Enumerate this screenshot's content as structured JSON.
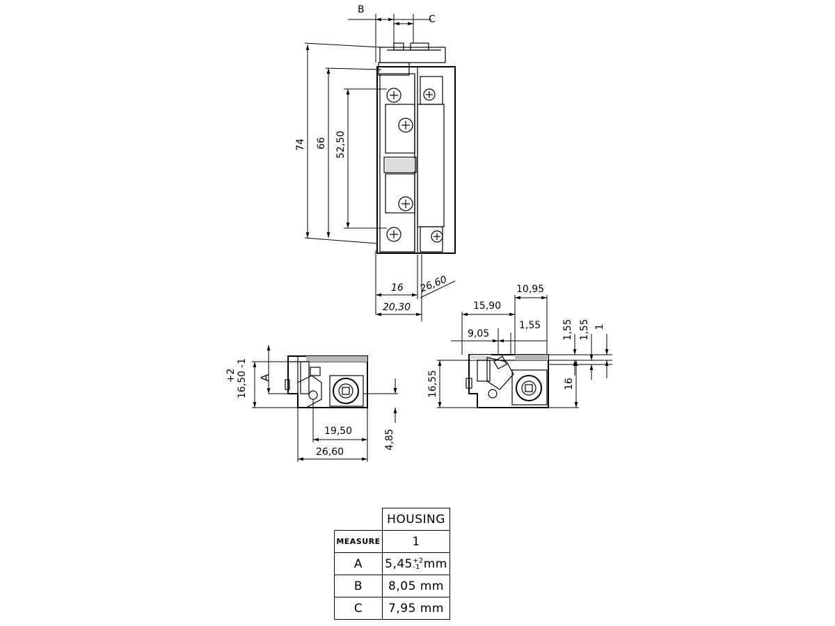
{
  "front_view": {
    "labels": {
      "B": "B",
      "C": "C",
      "h74": "74",
      "h66": "66",
      "h52": "52,50",
      "w16": "16",
      "w2030": "20,30",
      "w2660": "26,60"
    }
  },
  "side_view_left": {
    "labels": {
      "h1650": "16,50",
      "tol": "+2\n-1",
      "tol_plus": "+2",
      "tol_minus": "-1",
      "A": "A",
      "w1950": "19,50",
      "w2660": "26,60",
      "h485": "4,85"
    }
  },
  "side_view_right": {
    "labels": {
      "w1095": "10,95",
      "w1590": "15,90",
      "w905": "9,05",
      "w155": "1,55",
      "v155a": "1,55",
      "v155b": "1,55",
      "v1": "1",
      "h1655": "16,55",
      "h16": "16"
    }
  },
  "table": {
    "header": "HOUSING",
    "measure_label": "MEASURE",
    "measure_value": "1",
    "rows": [
      {
        "label": "A",
        "value": "5,45",
        "sup": "+2",
        "sub": "-1",
        "unit": "mm"
      },
      {
        "label": "B",
        "value": "8,05 mm"
      },
      {
        "label": "C",
        "value": "7,95 mm"
      }
    ]
  }
}
